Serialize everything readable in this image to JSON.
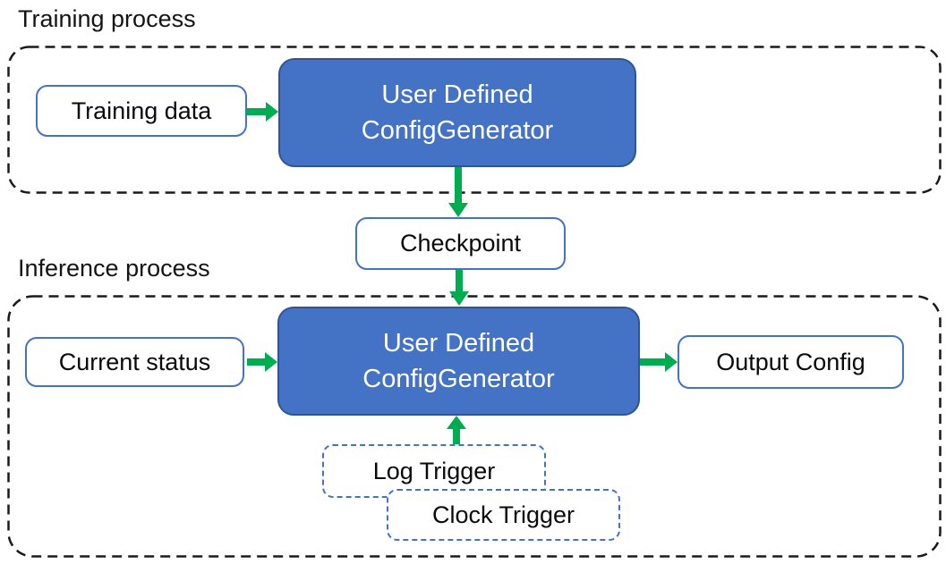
{
  "colors": {
    "generator_fill": "#4472C4",
    "generator_border": "#2F5597",
    "io_box_border": "#4472C4",
    "trigger_border": "#4472C4",
    "arrow_green": "#00AC50",
    "container_outline": "#1A1A1A",
    "text_dark": "#0A0A0A",
    "text_light": "#FFFFFF"
  },
  "training": {
    "title": "Training process",
    "input_box": "Training data",
    "generator": {
      "line1": "User Defined",
      "line2": "ConfigGenerator"
    }
  },
  "checkpoint": {
    "label": "Checkpoint"
  },
  "inference": {
    "title": "Inference process",
    "input_box": "Current status",
    "generator": {
      "line1": "User Defined",
      "line2": "ConfigGenerator"
    },
    "output_box": "Output Config",
    "triggers": [
      {
        "label": "Log Trigger"
      },
      {
        "label": "Clock Trigger"
      }
    ]
  }
}
